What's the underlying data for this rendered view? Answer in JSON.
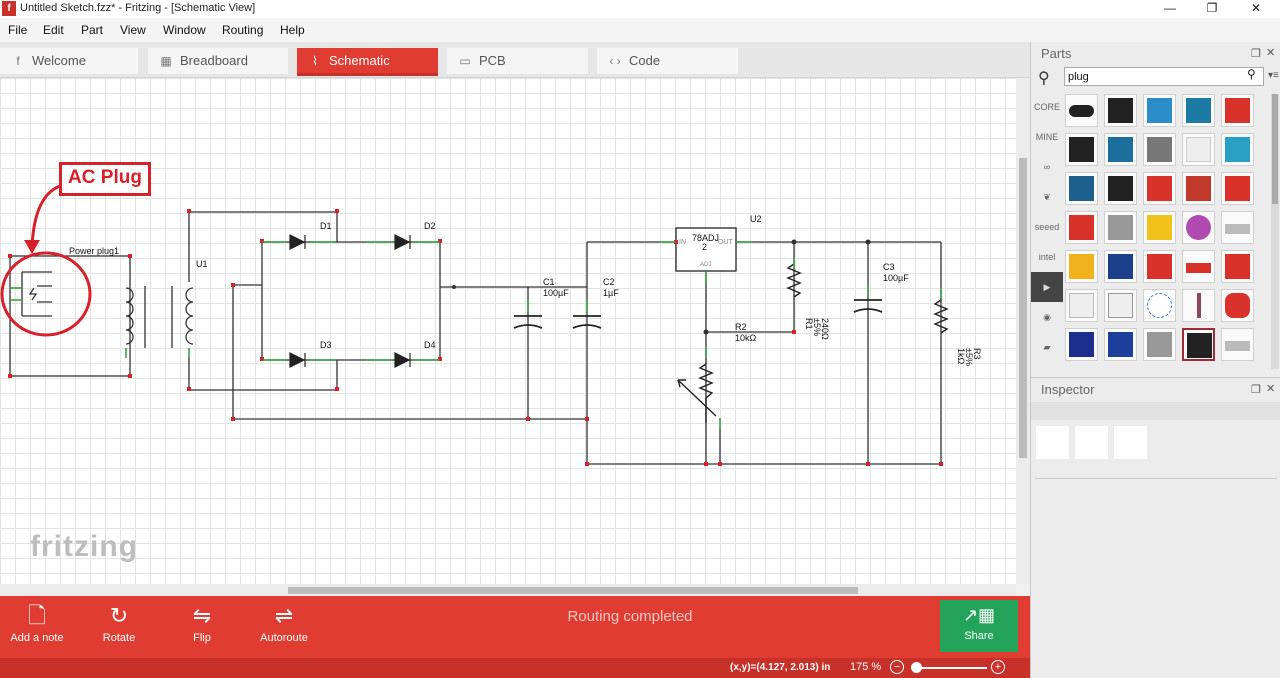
{
  "window": {
    "title": "Untitled Sketch.fzz* - Fritzing - [Schematic View]",
    "app_icon": "f",
    "minimize_icon": "minimize-icon",
    "restore_icon": "restore-icon",
    "close_icon": "close-icon"
  },
  "menu": [
    "File",
    "Edit",
    "Part",
    "View",
    "Window",
    "Routing",
    "Help"
  ],
  "tabs": [
    {
      "label": "Welcome",
      "icon": "f",
      "active": false
    },
    {
      "label": "Breadboard",
      "icon": "▦",
      "active": false
    },
    {
      "label": "Schematic",
      "icon": "⌇",
      "active": true
    },
    {
      "label": "PCB",
      "icon": "▭",
      "active": false
    },
    {
      "label": "Code",
      "icon": "‹ ›",
      "active": false
    }
  ],
  "schematic": {
    "power_plug_label": "Power plug1",
    "u1_label": "U1",
    "d1": "D1",
    "d2": "D2",
    "d3": "D3",
    "d4": "D4",
    "c1_name": "C1",
    "c1_value": "100µF",
    "c2_name": "C2",
    "c2_value": "1µF",
    "c3_name": "C3",
    "c3_value": "100µF",
    "u2_label": "U2",
    "regulator_line1": "78ADJ",
    "regulator_line2": "2",
    "regulator_in": "IN",
    "regulator_out": "OUT",
    "regulator_adj": "ADJ",
    "r1_name": "R1",
    "r1_tol": "±5%",
    "r1_value": "240Ω",
    "r2_name": "R2",
    "r2_value": "10kΩ",
    "r3_name": "R3",
    "r3_tol": "±5%",
    "r3_value": "1kΩ"
  },
  "callout": "AC Plug",
  "logo": "fritzing",
  "toolbar": {
    "add_note": "Add a note",
    "rotate": "Rotate",
    "flip": "Flip",
    "autoroute": "Autoroute",
    "routing_status": "Routing completed",
    "share": "Share"
  },
  "status": {
    "coords": "(x,y)=(4.127, 2.013) in",
    "zoom": "175 %",
    "zoom_out": "−",
    "zoom_in": "+"
  },
  "parts_panel": {
    "title": "Parts",
    "search_value": "plug",
    "bins": [
      "CORE",
      "MINE",
      "∞",
      "❦",
      "seeed",
      "intel",
      "▶",
      "◉",
      "▰"
    ]
  },
  "inspector": {
    "title": "Inspector"
  },
  "colors": {
    "accent_red": "#e03c31",
    "status_red": "#c8302a",
    "share_green": "#23a45a",
    "callout_red": "#d8202a"
  }
}
